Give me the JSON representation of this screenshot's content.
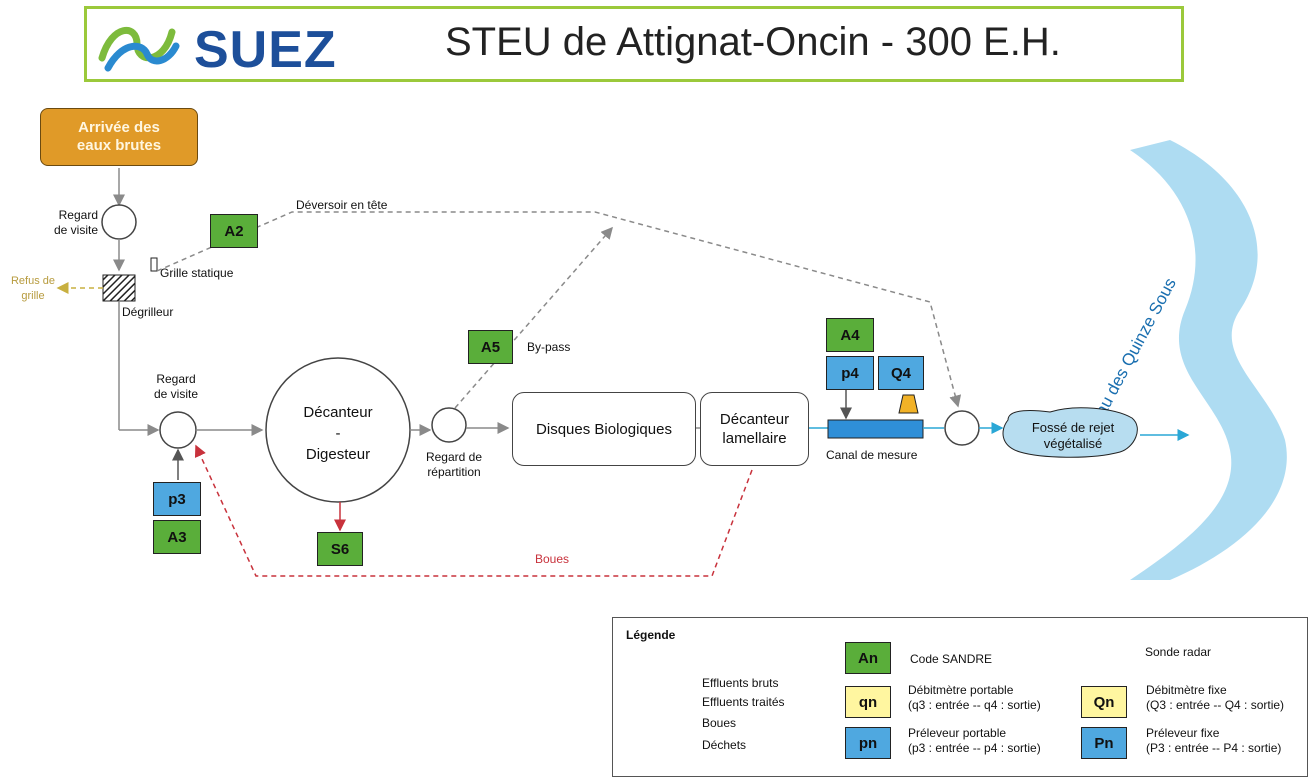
{
  "header": {
    "brand": "SUEZ",
    "title": "STEU de Attignat-Oncin - 300 E.H."
  },
  "diagram": {
    "arrivee": "Arrivée des eaux brutes",
    "regard_visite_1": "Regard de visite",
    "grille_statique": "Grille statique",
    "refus_grille": "Refus de grille",
    "degrilleur": "Dégrilleur",
    "deversoir": "Déversoir en tête",
    "regard_visite_2": "Regard de visite",
    "decanteur_digesteur_l1": "Décanteur",
    "decanteur_digesteur_l2": "-",
    "decanteur_digesteur_l3": "Digesteur",
    "regard_repartition": "Regard de répartition",
    "bypass": "By-pass",
    "disques": "Disques Biologiques",
    "decanteur_lamellaire": "Décanteur lamellaire",
    "canal": "Canal de mesure",
    "fosse": "Fossé de rejet végétalisé",
    "ruisseau": "ruisseau des Quinze Sous",
    "boues": "Boues",
    "codes": {
      "a2": "A2",
      "a3": "A3",
      "a4": "A4",
      "a5": "A5",
      "s6": "S6",
      "p3": "p3",
      "p4": "p4",
      "q4": "Q4"
    }
  },
  "legend": {
    "title": "Légende",
    "lines": [
      "Effluents bruts",
      "Effluents traités",
      "Boues",
      "Déchets"
    ],
    "an_code": "An",
    "an_label": "Code SANDRE",
    "sonde": "Sonde radar",
    "qn_code": "qn",
    "qn_label_1": "Débitmètre portable",
    "qn_label_2": "(q3 : entrée -- q4 : sortie)",
    "Qn_code": "Qn",
    "Qn_label_1": "Débitmètre fixe",
    "Qn_label_2": "(Q3 : entrée -- Q4 : sortie)",
    "pn_code": "pn",
    "pn_label_1": "Préleveur portable",
    "pn_label_2": "(p3 : entrée -- p4 : sortie)",
    "Pn_code": "Pn",
    "Pn_label_1": "Préleveur fixe",
    "Pn_label_2": "(P3 : entrée -- P4 : sortie)"
  },
  "colors": {
    "green": "#5aae3a",
    "blue": "#4fa8e0",
    "yellow": "#fff6a0",
    "orange": "#e09a28",
    "river": "#aedcf2",
    "boues": "#c8323c",
    "dechets": "#c8b040",
    "traites": "#2aa7d6"
  }
}
